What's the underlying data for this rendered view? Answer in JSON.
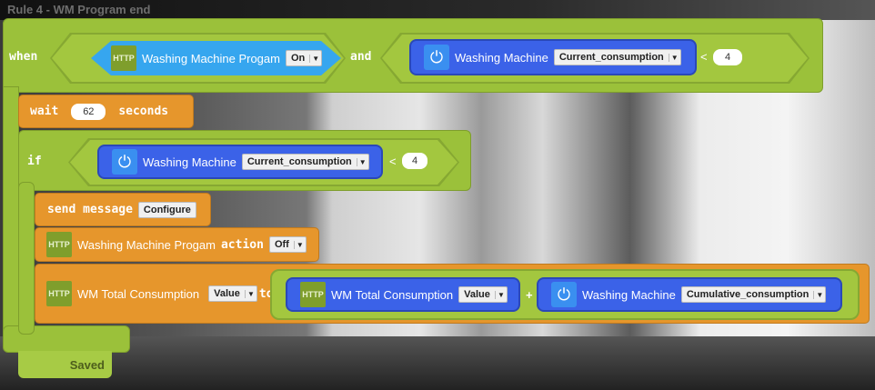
{
  "rule_title": "Rule 4 - WM Program end",
  "when_label": "when",
  "and_label": "and",
  "wait": {
    "label": "wait",
    "value": "62",
    "unit": "seconds"
  },
  "if_label": "if",
  "http_badge": "HTTP",
  "cond1": {
    "device": "Washing Machine Progam",
    "value": "On"
  },
  "cond2": {
    "device": "Washing Machine",
    "property": "Current_consumption",
    "operator": "<",
    "value": "4"
  },
  "if_cond": {
    "device": "Washing Machine",
    "property": "Current_consumption",
    "operator": "<",
    "value": "4"
  },
  "send": {
    "label": "send message",
    "button": "Configure"
  },
  "action_block": {
    "device": "Washing Machine Progam",
    "label": "action",
    "value": "Off"
  },
  "set_block": {
    "device": "WM Total Consumption",
    "field": "Value",
    "to_label": "to",
    "left_device": "WM Total Consumption",
    "left_field": "Value",
    "operator": "+",
    "right_device": "Washing Machine",
    "right_property": "Cumulative_consumption"
  },
  "status": "Saved"
}
